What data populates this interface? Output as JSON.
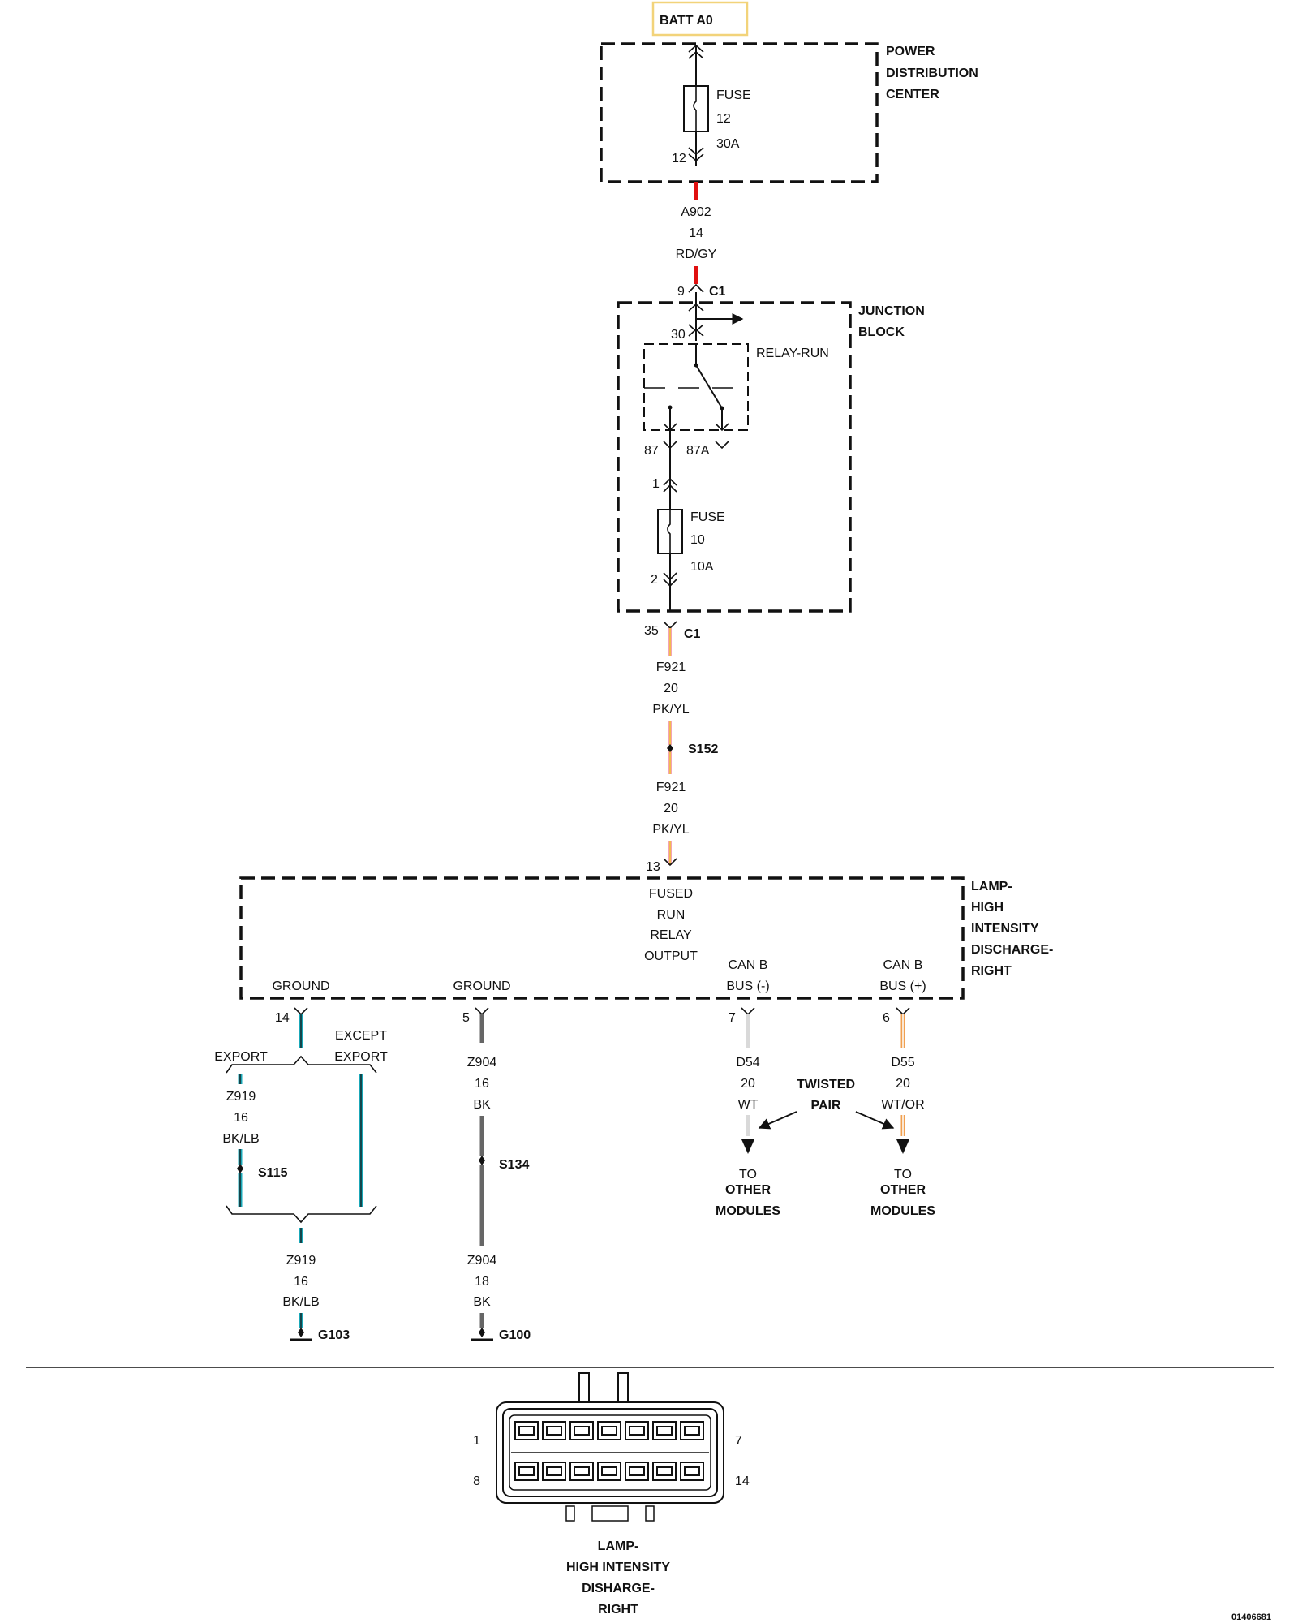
{
  "batt": "BATT A0",
  "pdc": {
    "l1": "POWER",
    "l2": "DISTRIBUTION",
    "l3": "CENTER",
    "fuse_label": "FUSE",
    "fuse_num": "12",
    "fuse_amp": "30A",
    "pin_out": "12"
  },
  "wire_a902": {
    "circuit": "A902",
    "gauge": "14",
    "color": "RD/GY",
    "color_hex": "#e01010"
  },
  "jb": {
    "l1": "JUNCTION",
    "l2": "BLOCK",
    "pin_in": "9",
    "conn_in": "C1",
    "pin_30": "30",
    "relay": "RELAY-RUN",
    "pin_87": "87",
    "pin_87a": "87A",
    "pin_1": "1",
    "fuse_label": "FUSE",
    "fuse_num": "10",
    "fuse_amp": "10A",
    "pin_2": "2",
    "pin_out": "35",
    "conn_out": "C1"
  },
  "wire_f921_a": {
    "circuit": "F921",
    "gauge": "20",
    "color": "PK/YL"
  },
  "splice_s152": "S152",
  "wire_f921_b": {
    "circuit": "F921",
    "gauge": "20",
    "color": "PK/YL"
  },
  "lamp": {
    "pin_in": "13",
    "l1": "LAMP-",
    "l2": "HIGH",
    "l3": "INTENSITY",
    "l4": "DISCHARGE-",
    "l5": "RIGHT",
    "fro1": "FUSED",
    "fro2": "RUN",
    "fro3": "RELAY",
    "fro4": "OUTPUT",
    "gnd1": "GROUND",
    "gnd2": "GROUND",
    "canm1": "CAN B",
    "canm2": "BUS (-)",
    "canp1": "CAN B",
    "canp2": "BUS (+)",
    "pin_gnd1": "14",
    "pin_gnd2": "5",
    "pin_canm": "7",
    "pin_canp": "6"
  },
  "ground_left": {
    "export": "EXPORT",
    "except1": "EXCEPT",
    "except2": "EXPORT",
    "circuit": "Z919",
    "gauge": "16",
    "color": "BK/LB",
    "splice": "S115",
    "circuit2": "Z919",
    "gauge2": "16",
    "color2": "BK/LB",
    "ground": "G103"
  },
  "ground_mid": {
    "circuit": "Z904",
    "gauge": "16",
    "color": "BK",
    "splice": "S134",
    "circuit2": "Z904",
    "gauge2": "18",
    "color2": "BK",
    "ground": "G100"
  },
  "can": {
    "d54": "D54",
    "d54g": "20",
    "d54c": "WT",
    "d55": "D55",
    "d55g": "20",
    "d55c": "WT/OR",
    "tp1": "TWISTED",
    "tp2": "PAIR",
    "to1": "TO",
    "om1": "OTHER",
    "mo1": "MODULES",
    "to2": "TO",
    "om2": "OTHER",
    "mo2": "MODULES"
  },
  "connector": {
    "p1": "1",
    "p7": "7",
    "p8": "8",
    "p14": "14",
    "c1": "LAMP-",
    "c2": "HIGH INTENSITY",
    "c3": "DISHARGE-",
    "c4": "RIGHT"
  },
  "ref": "01406681",
  "colors": {
    "pink": "#f4a3b4",
    "yellow": "#f2c230",
    "teal": "#1aa8b8",
    "gray": "#666666",
    "white_wire": "#d9d9d9",
    "orange": "#f0a050",
    "batt_border": "#f2d37a"
  }
}
